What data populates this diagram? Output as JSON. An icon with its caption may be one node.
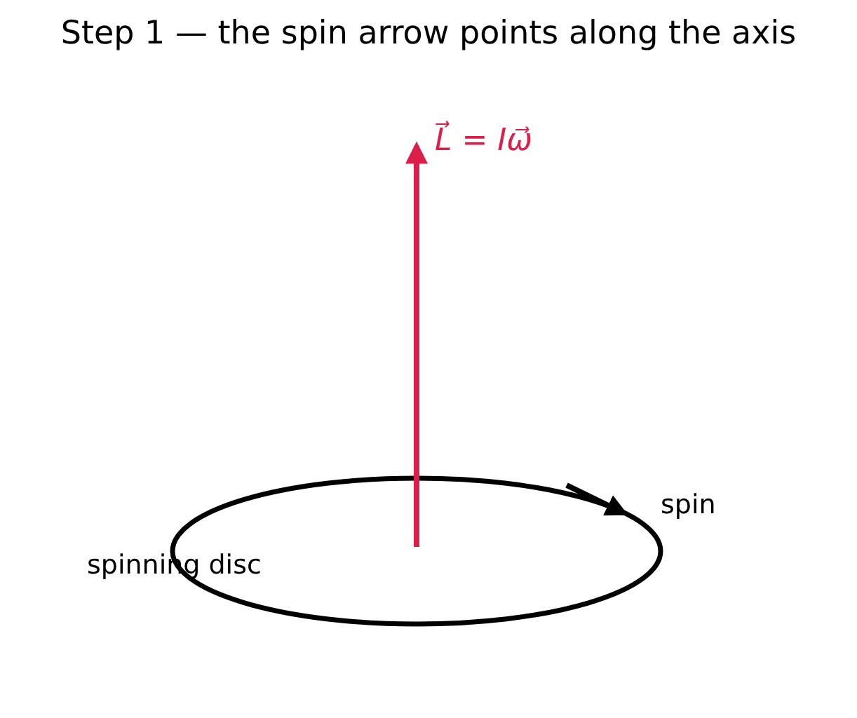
{
  "diagram": {
    "title": "Step 1 — the spin arrow points along the axis",
    "labels": [
      "L⃗ = Iω⃗",
      "spin",
      "spinning disc"
    ]
  }
}
